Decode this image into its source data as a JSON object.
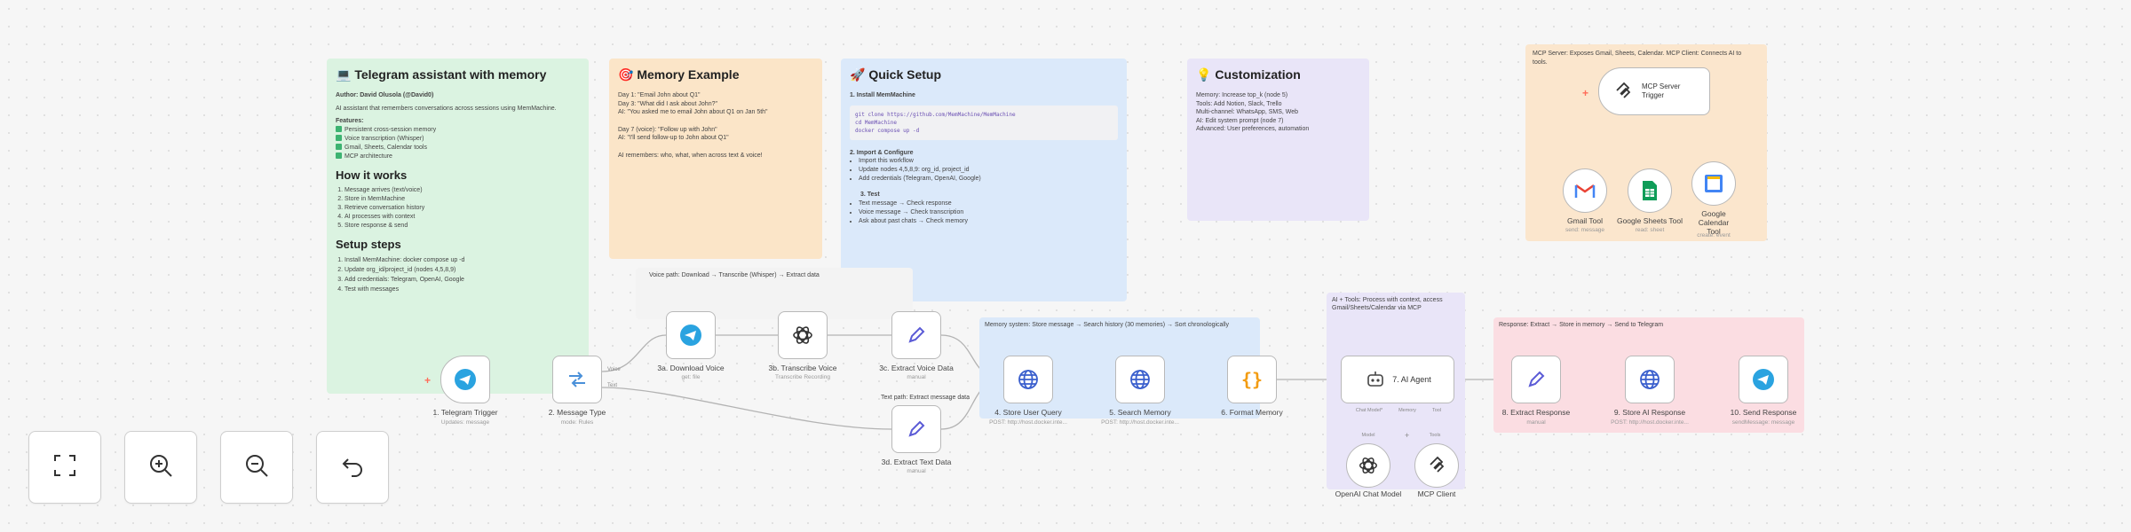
{
  "colors": {
    "accent": "#ff6d5a",
    "telegram": "#2aa3e0",
    "http": "#3a5fcd",
    "green": "#dbf3e1",
    "orange": "#fbe5c8",
    "blue": "#dbe9fa",
    "purple": "#e9e5f8",
    "red": "#fbdde2",
    "peach": "#fbe6cd"
  },
  "notes": {
    "telegram": {
      "title": "Telegram assistant with memory",
      "icon": "computer-icon",
      "author": "Author: David Olusola (@David0)",
      "intro": "AI assistant that remembers conversations across sessions using MemMachine.",
      "features_title": "Features:",
      "features": [
        "Persistent cross-session memory",
        "Voice transcription (Whisper)",
        "Gmail, Sheets, Calendar tools",
        "MCP architecture"
      ],
      "how_title": "How it works",
      "how": [
        "Message arrives (text/voice)",
        "Store in MemMachine",
        "Retrieve conversation history",
        "AI processes with context",
        "Store response & send"
      ],
      "setup_title": "Setup steps",
      "setup": [
        "Install MemMachine: docker compose up -d",
        "Update org_id/project_id (nodes 4,5,8,9)",
        "Add credentials: Telegram, OpenAI, Google",
        "Test with messages"
      ]
    },
    "memory": {
      "title": "Memory Example",
      "icon": "target-icon",
      "lines": [
        "Day 1: \"Email John about Q1\"",
        "Day 3: \"What did I ask about John?\"",
        "AI: \"You asked me to email John about Q1 on Jan 5th\"",
        "Day 7 (voice): \"Follow up with John\"",
        "AI: \"I'll send follow-up to John about Q1\"",
        "AI remembers: who, what, when across text & voice!"
      ]
    },
    "quick": {
      "title": "Quick Setup",
      "icon": "rocket-icon",
      "s1": "1. Install MemMachine",
      "code": [
        "git clone https://github.com/MemMachine/MemMachine",
        "cd MemMachine",
        "docker compose up -d"
      ],
      "s2": "2. Import & Configure",
      "s2_items": [
        "Import this workflow",
        "Update nodes 4,5,8,9: org_id, project_id",
        "Add credentials (Telegram, OpenAI, Google)"
      ],
      "s3": "3. Test",
      "s3_items": [
        "Text message → Check response",
        "Voice message → Check transcription",
        "Ask about past chats → Check memory"
      ]
    },
    "custom": {
      "title": "Customization",
      "icon": "bulb-icon",
      "lines": [
        "Memory: Increase top_k (node 5)",
        "Tools: Add Notion, Slack, Trello",
        "Multi-channel: WhatsApp, SMS, Web",
        "AI: Edit system prompt (node 7)",
        "Advanced: User preferences, automation"
      ]
    },
    "mcp": {
      "text": "MCP Server: Exposes Gmail, Sheets, Calendar. MCP Client: Connects AI to tools."
    }
  },
  "groups": {
    "voice": "Voice path: Download → Transcribe (Whisper) → Extract data",
    "text": "Text path: Extract message data",
    "memory": "Memory system: Store message → Search history (30 memories) → Sort chronologically",
    "ai": "AI + Tools: Process with context, access Gmail/Sheets/Calendar via MCP",
    "response": "Response: Extract → Store in memory → Send to Telegram"
  },
  "nodes": {
    "n1": {
      "label": "1. Telegram Trigger",
      "sub": "Updates: message",
      "icon": "telegram-icon"
    },
    "n2": {
      "label": "2. Message Type",
      "sub": "mode: Rules",
      "icon": "switch-icon",
      "port_top": "Voice",
      "port_bottom": "Text"
    },
    "n3a": {
      "label": "3a. Download Voice",
      "sub": "get: file",
      "icon": "telegram-icon"
    },
    "n3b": {
      "label": "3b. Transcribe Voice",
      "sub": "Transcribe Recording",
      "icon": "openai-icon"
    },
    "n3c": {
      "label": "3c. Extract Voice Data",
      "sub": "manual",
      "icon": "pencil-icon"
    },
    "n3d": {
      "label": "3d. Extract Text Data",
      "sub": "manual",
      "icon": "pencil-icon"
    },
    "n4": {
      "label": "4. Store User Query",
      "sub": "POST: http://host.docker.inte...",
      "icon": "globe-icon"
    },
    "n5": {
      "label": "5. Search Memory",
      "sub": "POST: http://host.docker.inte...",
      "icon": "globe-icon"
    },
    "n6": {
      "label": "6. Format Memory",
      "sub": "",
      "icon": "code-icon"
    },
    "n7": {
      "label": "7. AI Agent",
      "sub": "",
      "icon": "robot-icon",
      "ports": [
        "Chat Model*",
        "Memory",
        "Tool"
      ]
    },
    "n8": {
      "label": "8. Extract Response",
      "sub": "manual",
      "icon": "pencil-icon"
    },
    "n9": {
      "label": "9. Store AI Response",
      "sub": "POST: http://host.docker.inte...",
      "icon": "globe-icon"
    },
    "n10": {
      "label": "10. Send Response",
      "sub": "sendMessage: message",
      "icon": "telegram-icon"
    },
    "model": {
      "label": "OpenAI Chat Model",
      "sub": "",
      "icon": "openai-icon",
      "port": "Model"
    },
    "client": {
      "label": "MCP Client",
      "sub": "",
      "icon": "mcp-icon",
      "port": "Tools"
    },
    "mcpserver": {
      "label": "MCP Server Trigger",
      "icon": "mcp-icon"
    },
    "gmail": {
      "label": "Gmail Tool",
      "sub": "send: message",
      "icon": "gmail-icon"
    },
    "sheets": {
      "label": "Google Sheets Tool",
      "sub": "read: sheet",
      "icon": "sheets-icon"
    },
    "calendar": {
      "label": "Google Calendar Tool",
      "sub": "create: event",
      "icon": "calendar-icon"
    }
  },
  "controls": [
    {
      "name": "fit-view-button",
      "icon": "fit-view-icon"
    },
    {
      "name": "zoom-in-button",
      "icon": "zoom-in-icon"
    },
    {
      "name": "zoom-out-button",
      "icon": "zoom-out-icon"
    },
    {
      "name": "undo-button",
      "icon": "undo-icon"
    }
  ]
}
